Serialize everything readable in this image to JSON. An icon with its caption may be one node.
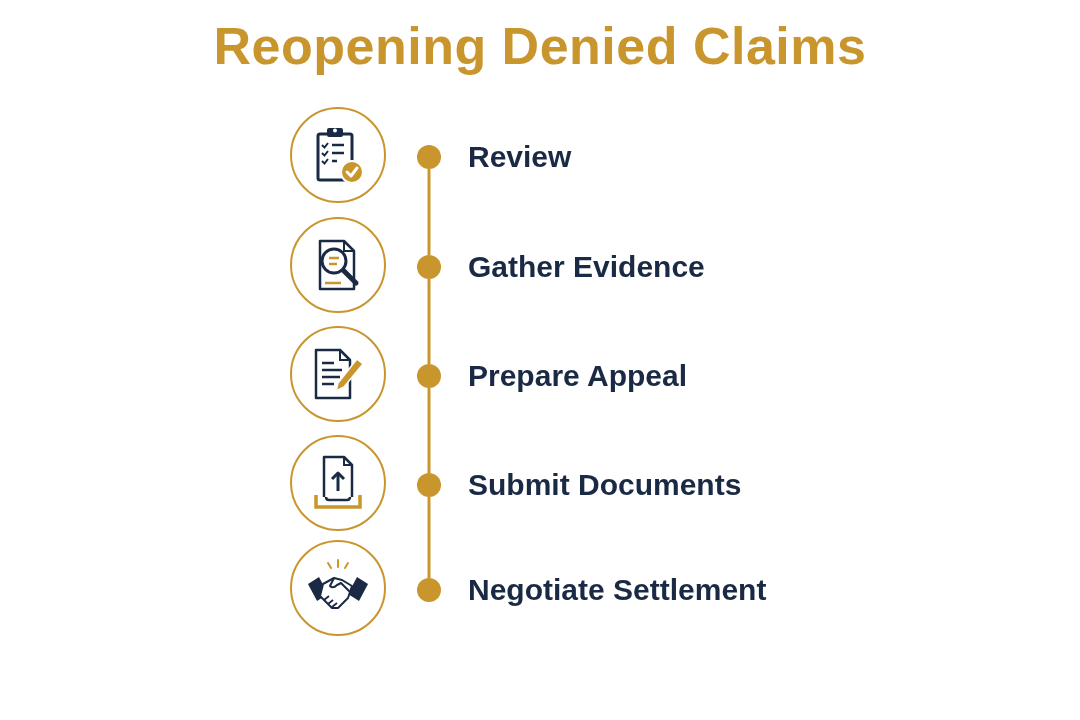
{
  "diagram": {
    "title": "Reopening Denied Claims",
    "nodes": [
      {
        "text": [],
        "shape": "circle",
        "beside": [
          "Review"
        ]
      },
      {
        "text": [],
        "shape": "circle",
        "beside": [
          "Gather Evidence"
        ]
      },
      {
        "text": [],
        "shape": "circle",
        "beside": [
          "Prepare Appeal"
        ]
      },
      {
        "text": [],
        "shape": "circle",
        "beside": [
          "Submit Documents"
        ]
      },
      {
        "text": [],
        "shape": "circle",
        "beside": [
          "Negotiate Settlement"
        ]
      }
    ],
    "edges": [
      {
        "from": 0,
        "to": 1,
        "arrow": "none"
      },
      {
        "from": 1,
        "to": 2,
        "arrow": "none"
      },
      {
        "from": 2,
        "to": 3,
        "arrow": "none"
      },
      {
        "from": 3,
        "to": 4,
        "arrow": "none"
      }
    ]
  }
}
